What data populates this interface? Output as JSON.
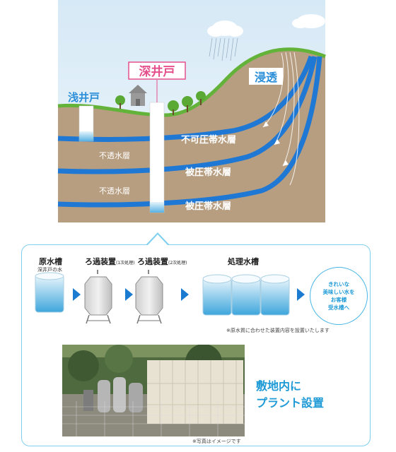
{
  "diagram": {
    "labels": {
      "shallow_well": "浅井戸",
      "deep_well": "深井戸",
      "infiltration": "浸透",
      "unconfined_aquifer": "不可圧帯水層",
      "confined_aquifer_1": "被圧帯水層",
      "confined_aquifer_2": "被圧帯水層",
      "impermeable_layer_1": "不透水層",
      "impermeable_layer_2": "不透水層"
    },
    "colors": {
      "sky": "#dfeef8",
      "earth": "#b79e80",
      "grass": "#63b33a",
      "aquifer": "#1f78d4",
      "deep_well_label": "#e5508c",
      "shallow_well_label": "#2a8ed8"
    }
  },
  "process": {
    "steps": [
      {
        "title": "原水槽",
        "subtitle": "深井戸の水"
      },
      {
        "title": "ろ過装置",
        "stage": "(1次処理)"
      },
      {
        "title": "ろ過装置",
        "stage": "(2次処理)"
      },
      {
        "title": "処理水槽"
      }
    ],
    "note": "※原水質に合わせた装置内容を設置いたします",
    "bubble_text": "きれいな\n美味しい水を\nお客様\n受水槽へ"
  },
  "photo": {
    "caption": "※写真はイメージです",
    "side_text": "敷地内に\nプラント設置"
  }
}
